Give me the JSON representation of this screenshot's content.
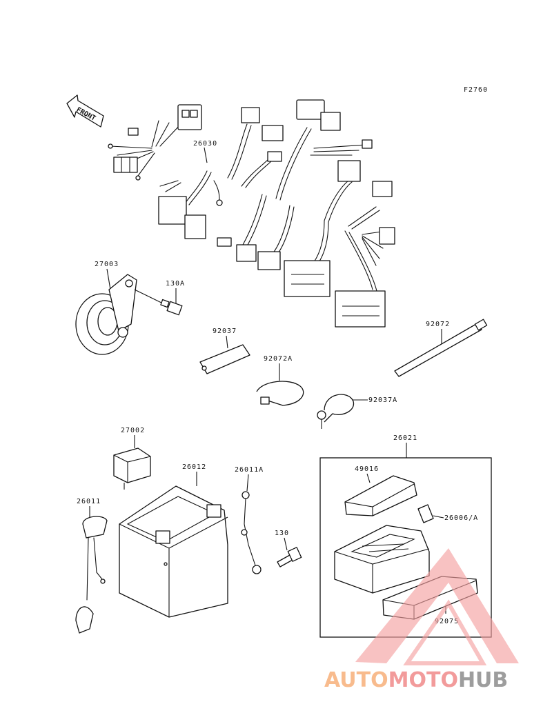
{
  "figure_code": "F2760",
  "front_label": "FRONT",
  "parts": {
    "harness": "26030",
    "horn": "27003",
    "horn_bolt": "130A",
    "band_plate": "92037",
    "strap_long": "92072",
    "strap_small": "92072A",
    "clamp": "92037A",
    "relay": "27002",
    "battery": "26012",
    "battery_cable": "26011A",
    "bolt_130": "130",
    "lead_cap": "26011",
    "junction_box": "26021",
    "cover": "49016",
    "fuse": "26006/A",
    "fuse_holder": "92075"
  },
  "watermark": {
    "part1": "AUTO",
    "part2": "MOTO",
    "part3": "HUB",
    "color1": "#f7b07a",
    "color2": "#f08a8a",
    "color3": "#8c8c8c"
  }
}
